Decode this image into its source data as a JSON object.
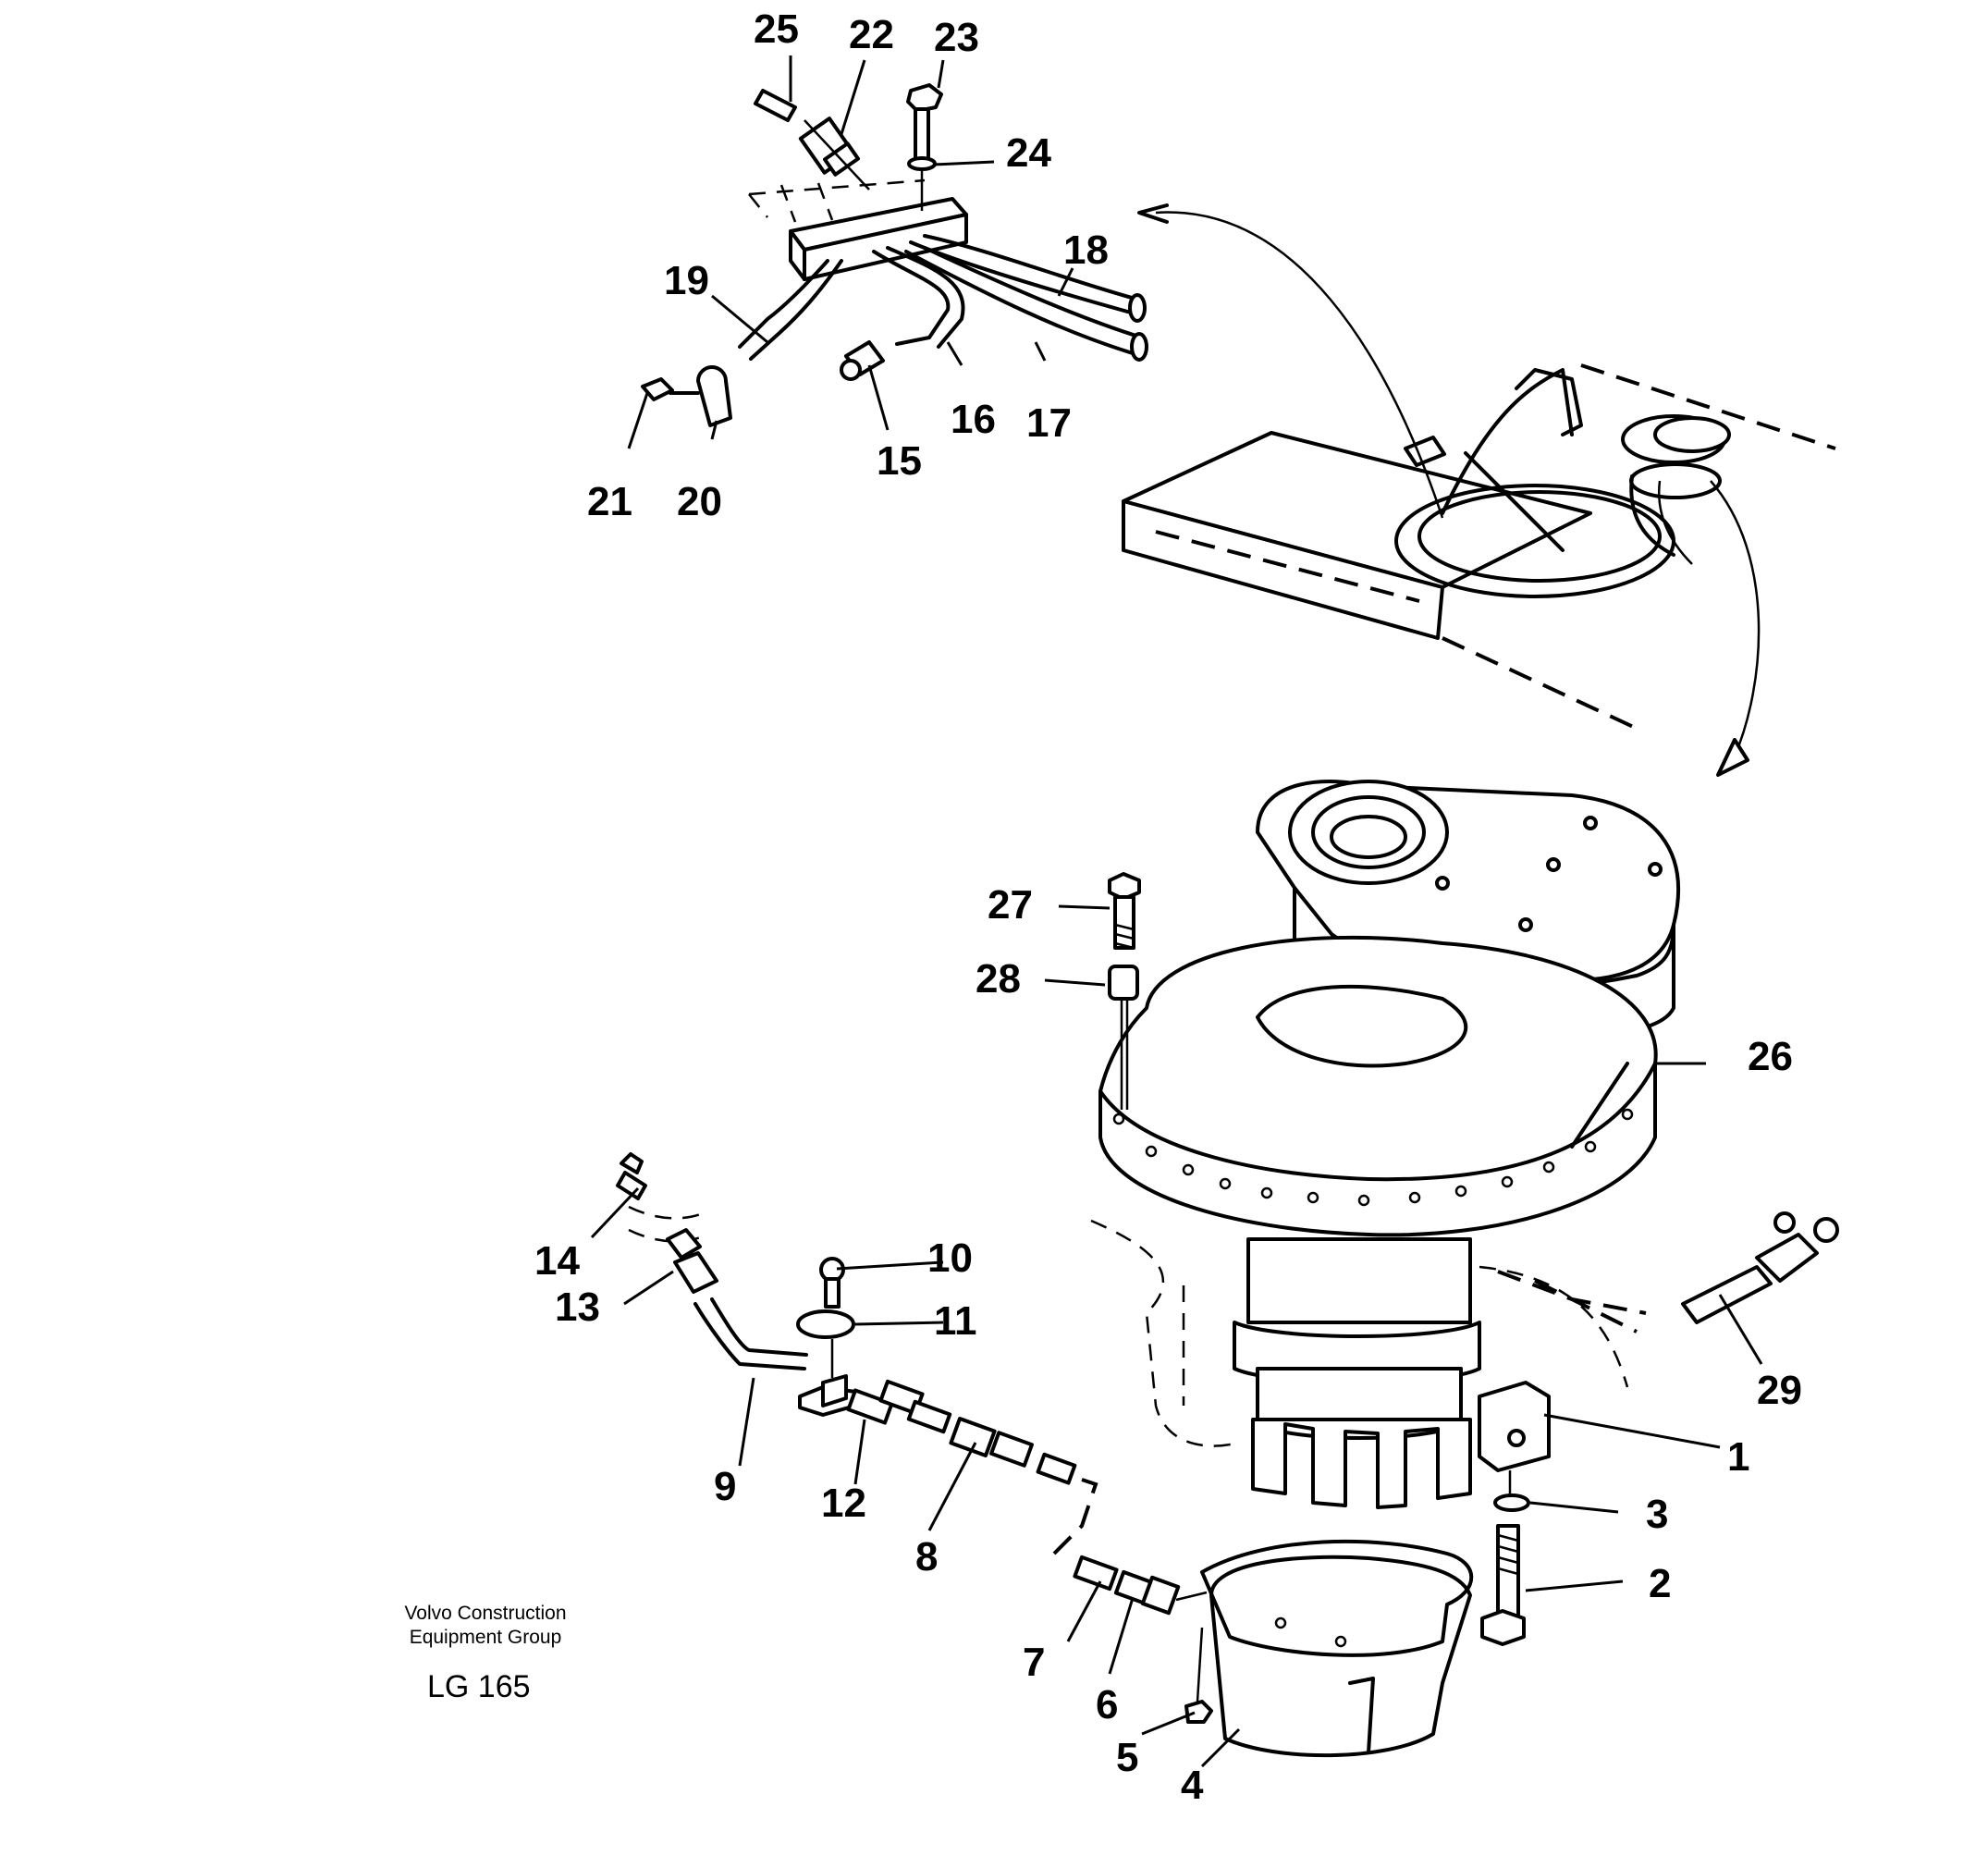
{
  "callouts": {
    "c1": "1",
    "c2": "2",
    "c3": "3",
    "c4": "4",
    "c5": "5",
    "c6": "6",
    "c7": "7",
    "c8": "8",
    "c9": "9",
    "c10": "10",
    "c11": "11",
    "c12": "12",
    "c13": "13",
    "c14": "14",
    "c15": "15",
    "c16": "16",
    "c17": "17",
    "c18": "18",
    "c19": "19",
    "c20": "20",
    "c21": "21",
    "c22": "22",
    "c23": "23",
    "c24": "24",
    "c25": "25",
    "c26": "26",
    "c27": "27",
    "c28": "28",
    "c29": "29"
  },
  "footer": {
    "company_line1": "Volvo Construction",
    "company_line2": "Equipment Group",
    "drawing_id": "LG 165"
  }
}
